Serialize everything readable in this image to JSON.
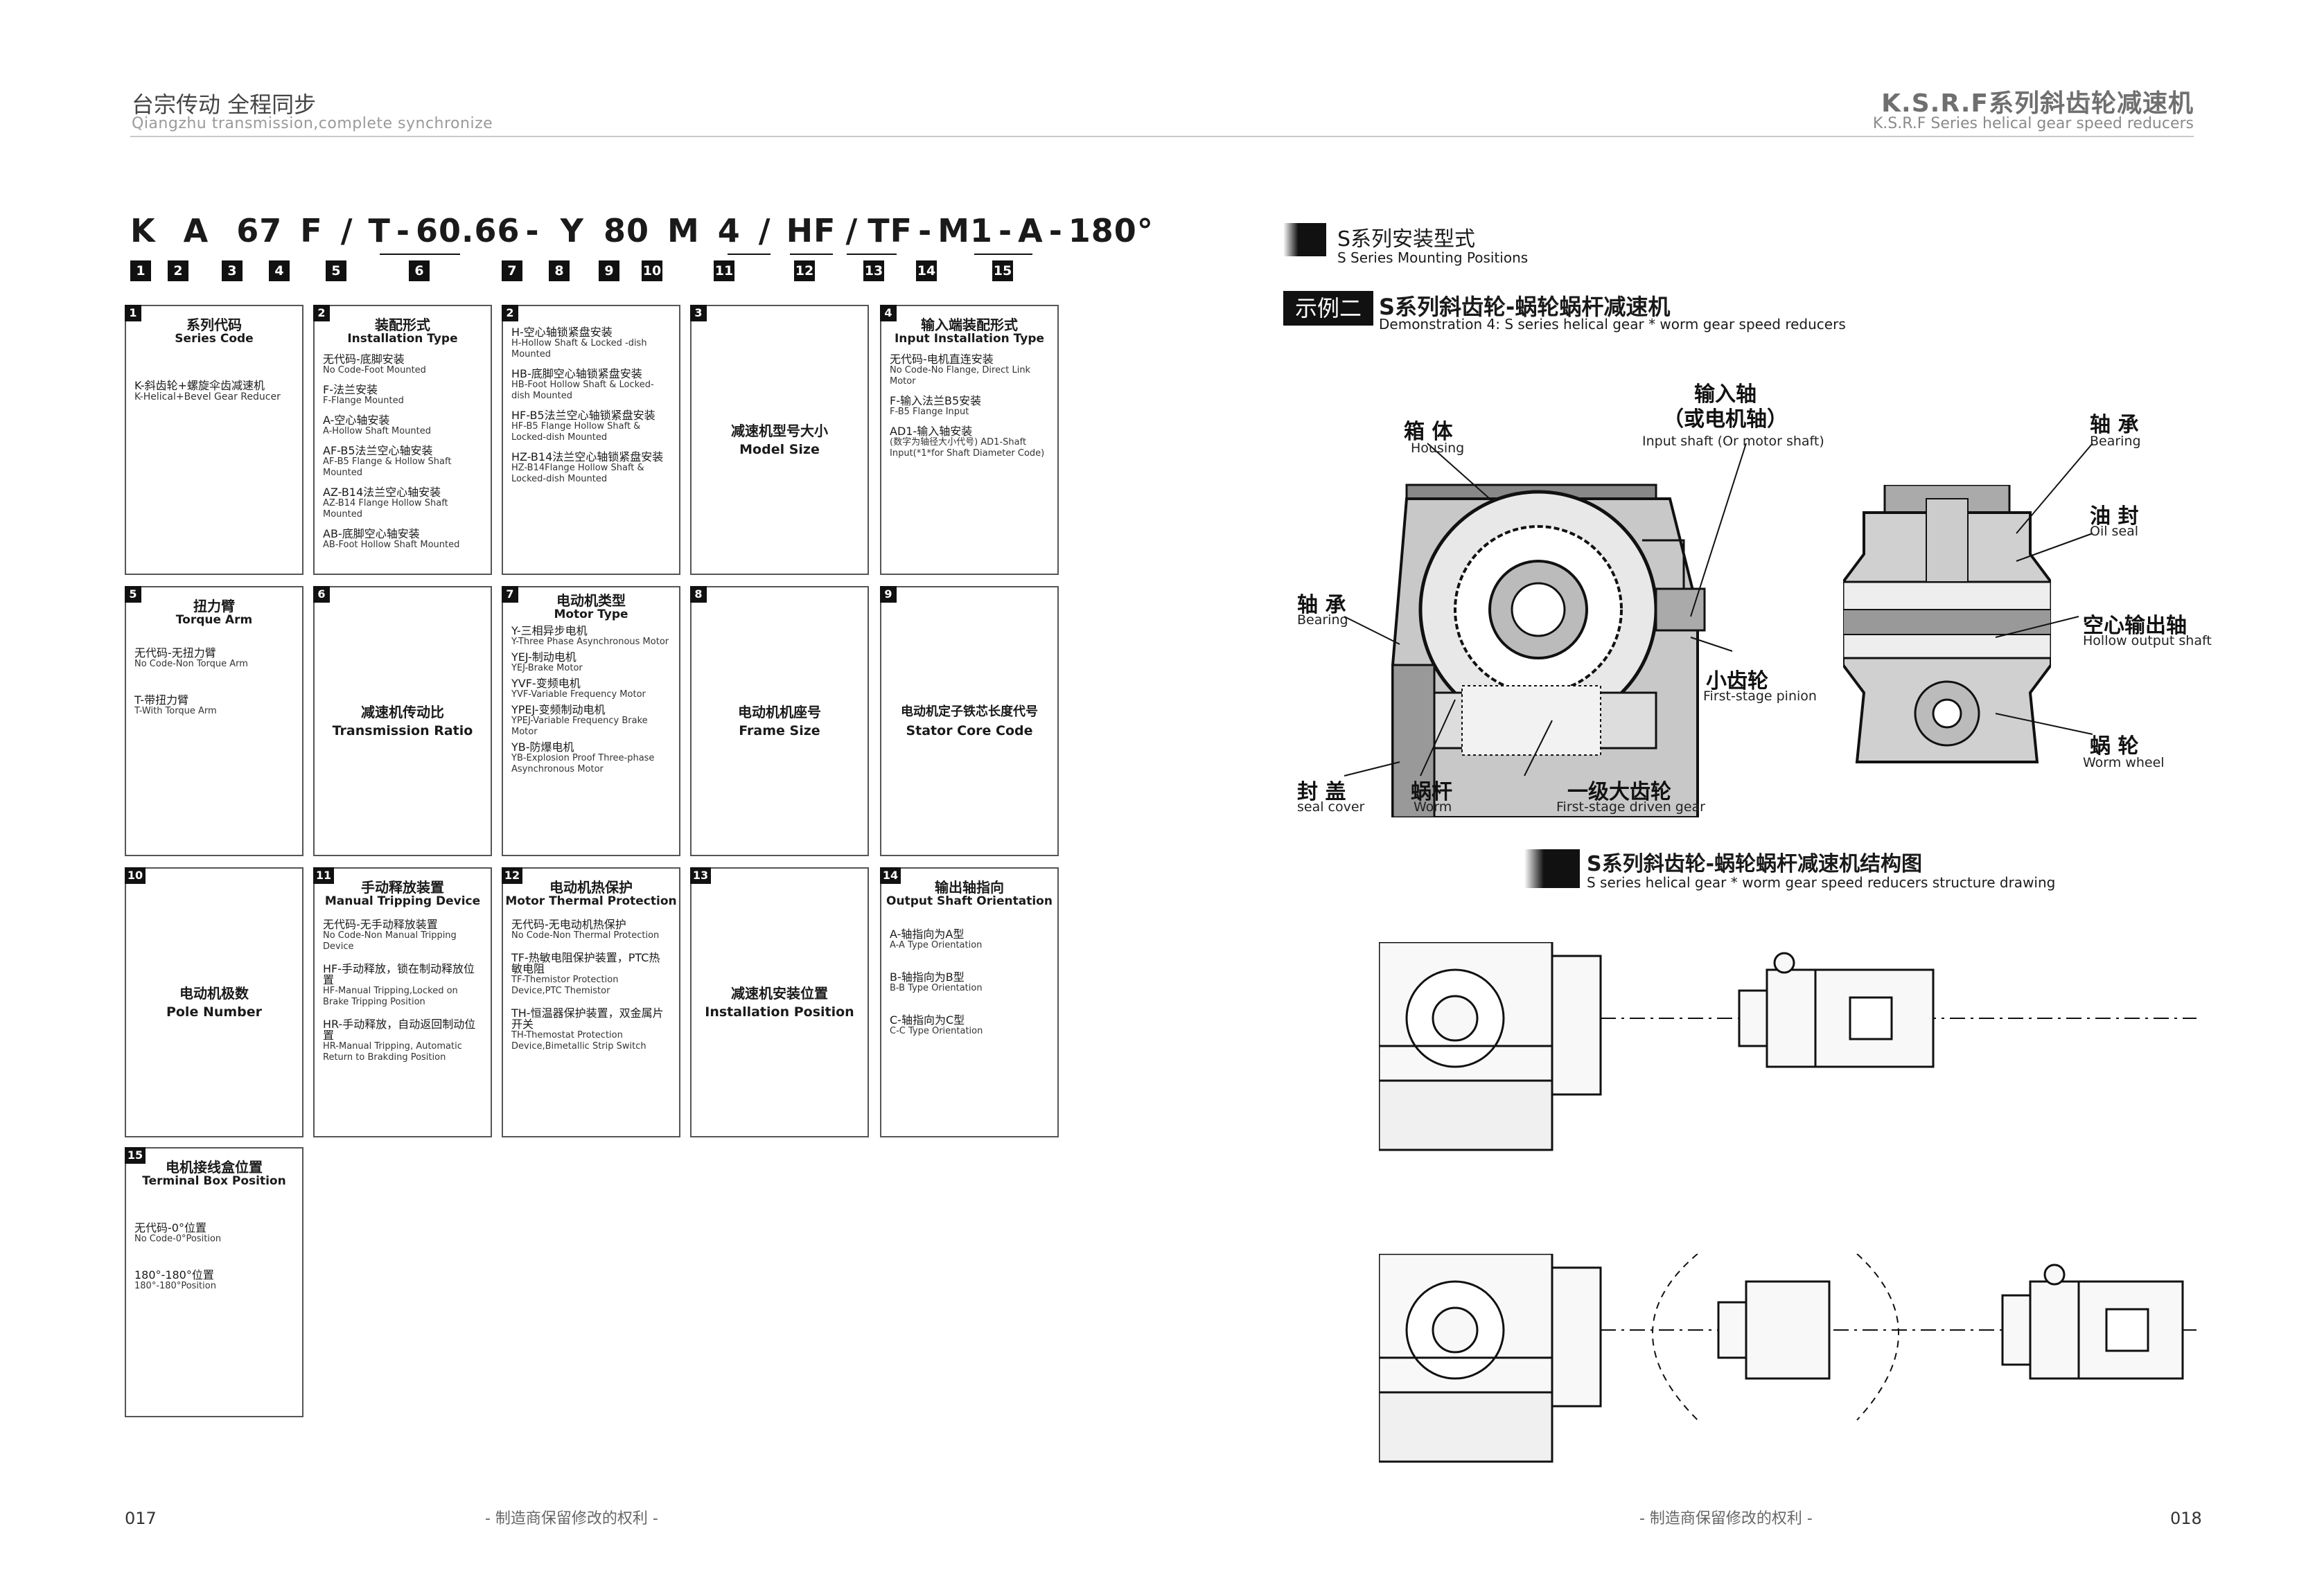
{
  "header": {
    "left_cn": "台宗传动   全程同步",
    "left_en": "Qiangzhu transmission,complete synchronize",
    "right_cn": "K.S.R.F系列斜齿轮减速机",
    "right_en": "K.S.R.F Series helical gear speed reducers"
  },
  "code": {
    "parts": [
      "K",
      "A",
      "67",
      "F",
      "/",
      "T",
      "-",
      "60.66",
      "-",
      "Y",
      "80",
      "M",
      "4",
      "/",
      "HF",
      "/",
      "TF",
      "-",
      "M1",
      "-",
      "A",
      "-",
      "180°"
    ],
    "positions": [
      "1",
      "2",
      "3",
      "4",
      "5",
      "6",
      "7",
      "8",
      "9",
      "10",
      "11",
      "12",
      "13",
      "14",
      "15"
    ]
  },
  "boxes": {
    "b1": {
      "num": "1",
      "title": "系列代码",
      "sub": "Series Code",
      "items": [
        {
          "a": "K-斜齿轮+螺旋伞齿减速机",
          "b": "K-Helical+Bevel Gear Reducer"
        }
      ]
    },
    "b2a": {
      "num": "2",
      "title": "装配形式",
      "sub": "Installation Type",
      "items": [
        {
          "a": "无代码-底脚安装",
          "b": "No Code-Foot Mounted"
        },
        {
          "a": "F-法兰安装",
          "b": "F-Flange Mounted"
        },
        {
          "a": "A-空心轴安装",
          "b": "A-Hollow Shaft Mounted"
        },
        {
          "a": "AF-B5法兰空心轴安装",
          "b": "AF-B5 Flange & Hollow Shaft Mounted"
        },
        {
          "a": "AZ-B14法兰空心轴安装",
          "b": "AZ-B14 Flange Hollow Shaft Mounted"
        },
        {
          "a": "AB-底脚空心轴安装",
          "b": "AB-Foot Hollow Shaft Mounted"
        }
      ]
    },
    "b2b": {
      "num": "2",
      "items": [
        {
          "a": "H-空心轴锁紧盘安装",
          "b": "H-Hollow Shaft & Locked -dish Mounted"
        },
        {
          "a": "HB-底脚空心轴锁紧盘安装",
          "b": "HB-Foot Hollow Shaft & Locked-dish Mounted"
        },
        {
          "a": "HF-B5法兰空心轴锁紧盘安装",
          "b": "HF-B5 Flange Hollow Shaft & Locked-dish Mounted"
        },
        {
          "a": "HZ-B14法兰空心轴锁紧盘安装",
          "b": "HZ-B14Flange Hollow Shaft & Locked-dish Mounted"
        }
      ]
    },
    "b3": {
      "num": "3",
      "t1": "减速机型号大小",
      "t2": "Model Size"
    },
    "b4": {
      "num": "4",
      "title": "输入端装配形式",
      "sub": "Input Installation Type",
      "items": [
        {
          "a": "无代码-电机直连安装",
          "b": "No Code-No Flange, Direct Link Motor"
        },
        {
          "a": "F-输入法兰B5安装",
          "b": "F-B5 Flange Input"
        },
        {
          "a": "AD1-输入轴安装",
          "b": "(数字为轴径大小代号)  AD1-Shaft Input(*1*for Shaft Diameter Code)"
        }
      ]
    },
    "b5": {
      "num": "5",
      "title": "扭力臂",
      "sub": "Torque Arm",
      "items": [
        {
          "a": "无代码-无扭力臂",
          "b": "No Code-Non Torque Arm"
        },
        {
          "a": "T-带扭力臂",
          "b": "T-With Torque Arm"
        }
      ]
    },
    "b6": {
      "num": "6",
      "t1": "减速机传动比",
      "t2": "Transmission Ratio"
    },
    "b7": {
      "num": "7",
      "title": "电动机类型",
      "sub": "Motor Type",
      "items": [
        {
          "a": "Y-三相异步电机",
          "b": "Y-Three Phase Asynchronous Motor"
        },
        {
          "a": "YEJ-制动电机",
          "b": "YEJ-Brake Motor"
        },
        {
          "a": "YVF-变频电机",
          "b": "YVF-Variable Frequency Motor"
        },
        {
          "a": "YPEJ-变频制动电机",
          "b": "YPEJ-Variable Frequency Brake Motor"
        },
        {
          "a": "YB-防爆电机",
          "b": "YB-Explosion Proof Three-phase Asynchronous Motor"
        }
      ]
    },
    "b8": {
      "num": "8",
      "t1": "电动机机座号",
      "t2": "Frame Size"
    },
    "b9": {
      "num": "9",
      "t1": "电动机定子铁芯长度代号",
      "t2": "Stator Core Code"
    },
    "b10": {
      "num": "10",
      "t1": "电动机极数",
      "t2": "Pole Number"
    },
    "b11": {
      "num": "11",
      "title": "手动释放装置",
      "sub": "Manual Tripping Device",
      "items": [
        {
          "a": "无代码-无手动释放装置",
          "b": "No Code-Non Manual Tripping Device"
        },
        {
          "a": "HF-手动释放，锁在制动释放位置",
          "b": "HF-Manual Tripping,Locked on Brake Tripping Position"
        },
        {
          "a": "HR-手动释放，自动返回制动位置",
          "b": "HR-Manual Tripping, Automatic Return to Brakding Position"
        }
      ]
    },
    "b12": {
      "num": "12",
      "title": "电动机热保护",
      "sub": "Motor Thermal Protection",
      "items": [
        {
          "a": "无代码-无电动机热保护",
          "b": "No Code-Non Thermal Protection"
        },
        {
          "a": "TF-热敏电阻保护装置，PTC热敏电阻",
          "b": "TF-Themistor Protection Device,PTC Themistor"
        },
        {
          "a": "TH-恒温器保护装置，双金属片开关",
          "b": "TH-Themostat Protection Device,Bimetallic Strip Switch"
        }
      ]
    },
    "b13": {
      "num": "13",
      "t1": "减速机安装位置",
      "t2": "Installation Position"
    },
    "b14": {
      "num": "14",
      "title": "输出轴指向",
      "sub": "Output Shaft Orientation",
      "items": [
        {
          "a": "A-轴指向为A型",
          "b": "A-A Type Orientation"
        },
        {
          "a": "B-轴指向为B型",
          "b": "B-B Type Orientation"
        },
        {
          "a": "C-轴指向为C型",
          "b": "C-C Type Orientation"
        }
      ]
    },
    "b15": {
      "num": "15",
      "title": "电机接线盒位置",
      "sub": "Terminal Box Position",
      "items": [
        {
          "a": "无代码-0°位置",
          "b": "No Code-0°Position"
        },
        {
          "a": "180°-180°位置",
          "b": "180°-180°Position"
        }
      ]
    }
  },
  "right": {
    "s_title_cn": "S系列安装型式",
    "s_title_en": "S Series Mounting Positions",
    "demo_tag": "示例二",
    "demo_cn": "S系列斜齿轮-蜗轮蜗杆减速机",
    "demo_en": "Demonstration 4: S series helical gear * worm gear speed reducers",
    "labels": {
      "input_cn": "输入轴\n（或电机轴）",
      "input_en": "Input shaft (Or motor shaft)",
      "housing_cn": "箱 体",
      "housing_en": "Housing",
      "bearing_r_cn": "轴 承",
      "bearing_r_en": "Bearing",
      "oilseal_cn": "油 封",
      "oilseal_en": "Oil seal",
      "bearing_l_cn": "轴 承",
      "bearing_l_en": "Bearing",
      "hollow_cn": "空心输出轴",
      "hollow_en": "Hollow output shaft",
      "pinion_cn": "小齿轮",
      "pinion_en": "First-stage pinion",
      "wormwheel_cn": "蜗 轮",
      "wormwheel_en": "Worm wheel",
      "sealcover_cn": "封 盖",
      "sealcover_en": "seal cover",
      "worm_cn": "蜗杆",
      "worm_en": "Worm",
      "driven_cn": "一级大齿轮",
      "driven_en": "First-stage driven gear"
    },
    "struct_cn": "S系列斜齿轮-蜗轮蜗杆减速机结构图",
    "struct_en": "S series helical gear * worm gear speed reducers structure drawing"
  },
  "footer": {
    "left_page": "017",
    "right_page": "018",
    "note_left": "- 制造商保留修改的权利 -",
    "note_right": "- 制造商保留修改的权利 -"
  }
}
